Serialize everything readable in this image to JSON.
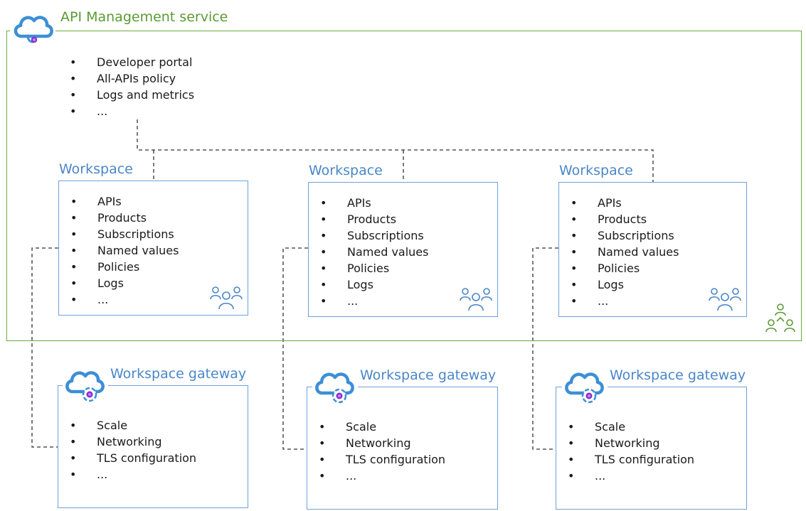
{
  "service": {
    "title": "API Management service",
    "features": [
      "Developer portal",
      "All-APIs policy",
      "Logs and metrics",
      "..."
    ],
    "icon": "cloud-icon",
    "corner_icon": "org-hierarchy-icon"
  },
  "workspaces": [
    {
      "title": "Workspace",
      "items": [
        "APIs",
        "Products",
        "Subscriptions",
        "Named values",
        "Policies",
        "Logs",
        "..."
      ],
      "icon": "team-icon"
    },
    {
      "title": "Workspace",
      "items": [
        "APIs",
        "Products",
        "Subscriptions",
        "Named values",
        "Policies",
        "Logs",
        "..."
      ],
      "icon": "team-icon"
    },
    {
      "title": "Workspace",
      "items": [
        "APIs",
        "Products",
        "Subscriptions",
        "Named values",
        "Policies",
        "Logs",
        "..."
      ],
      "icon": "team-icon"
    }
  ],
  "gateways": [
    {
      "title": "Workspace gateway",
      "items": [
        "Scale",
        "Networking",
        "TLS configuration",
        "..."
      ],
      "icon": "gateway-cloud-icon"
    },
    {
      "title": "Workspace gateway",
      "items": [
        "Scale",
        "Networking",
        "TLS configuration",
        "..."
      ],
      "icon": "gateway-cloud-icon"
    },
    {
      "title": "Workspace gateway",
      "items": [
        "Scale",
        "Networking",
        "TLS configuration",
        "..."
      ],
      "icon": "gateway-cloud-icon"
    }
  ],
  "colors": {
    "service_border": "#6bab3f",
    "service_title": "#5a9a33",
    "box_border": "#6fa0dc",
    "box_title": "#4a86c8",
    "connector": "#333333"
  }
}
